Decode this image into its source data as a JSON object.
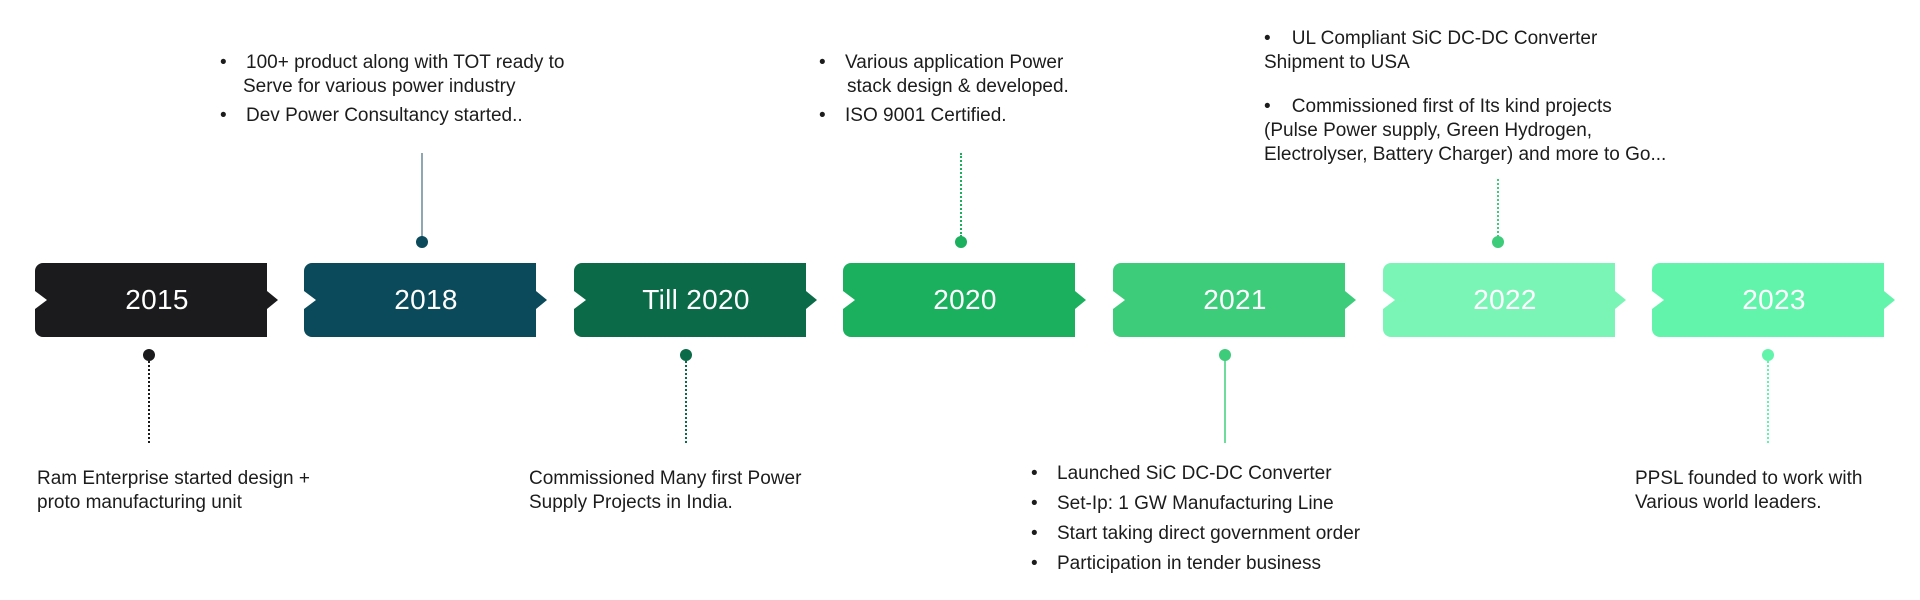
{
  "colors": {
    "2015": "#1b1b1d",
    "2018": "#0a4a5a",
    "till2020": "#0b6b48",
    "2020": "#1bb05e",
    "2021": "#3ccc7a",
    "2022": "#7af5b6",
    "2023": "#62f4aa"
  },
  "stages": [
    {
      "label": "2015"
    },
    {
      "label": "2018"
    },
    {
      "label": "Till 2020"
    },
    {
      "label": "2020"
    },
    {
      "label": "2021"
    },
    {
      "label": "2022"
    },
    {
      "label": "2023"
    }
  ],
  "notes": {
    "n2015": [
      "Ram Enterprise started design +",
      "proto manufacturing unit"
    ],
    "n2018": [
      "100+ product along with TOT ready to",
      "Serve for various power industry",
      "Dev Power Consultancy started.."
    ],
    "ntill2020": [
      "Commissioned Many first Power",
      "Supply Projects in India."
    ],
    "n2020": [
      "Various application Power",
      "stack design & developed.",
      "ISO 9001 Certified."
    ],
    "n2021": [
      "Launched SiC DC-DC Converter",
      "Set-Ip: 1 GW Manufacturing Line",
      "Start taking direct government order",
      "Participation in tender business"
    ],
    "n2022": [
      "UL Compliant SiC DC-DC Converter",
      "Shipment to USA",
      "Commissioned first of Its kind projects",
      "(Pulse Power supply, Green Hydrogen,",
      "Electrolyser, Battery Charger) and more to Go..."
    ],
    "n2023": [
      "PPSL founded to work with",
      "Various world leaders."
    ]
  }
}
